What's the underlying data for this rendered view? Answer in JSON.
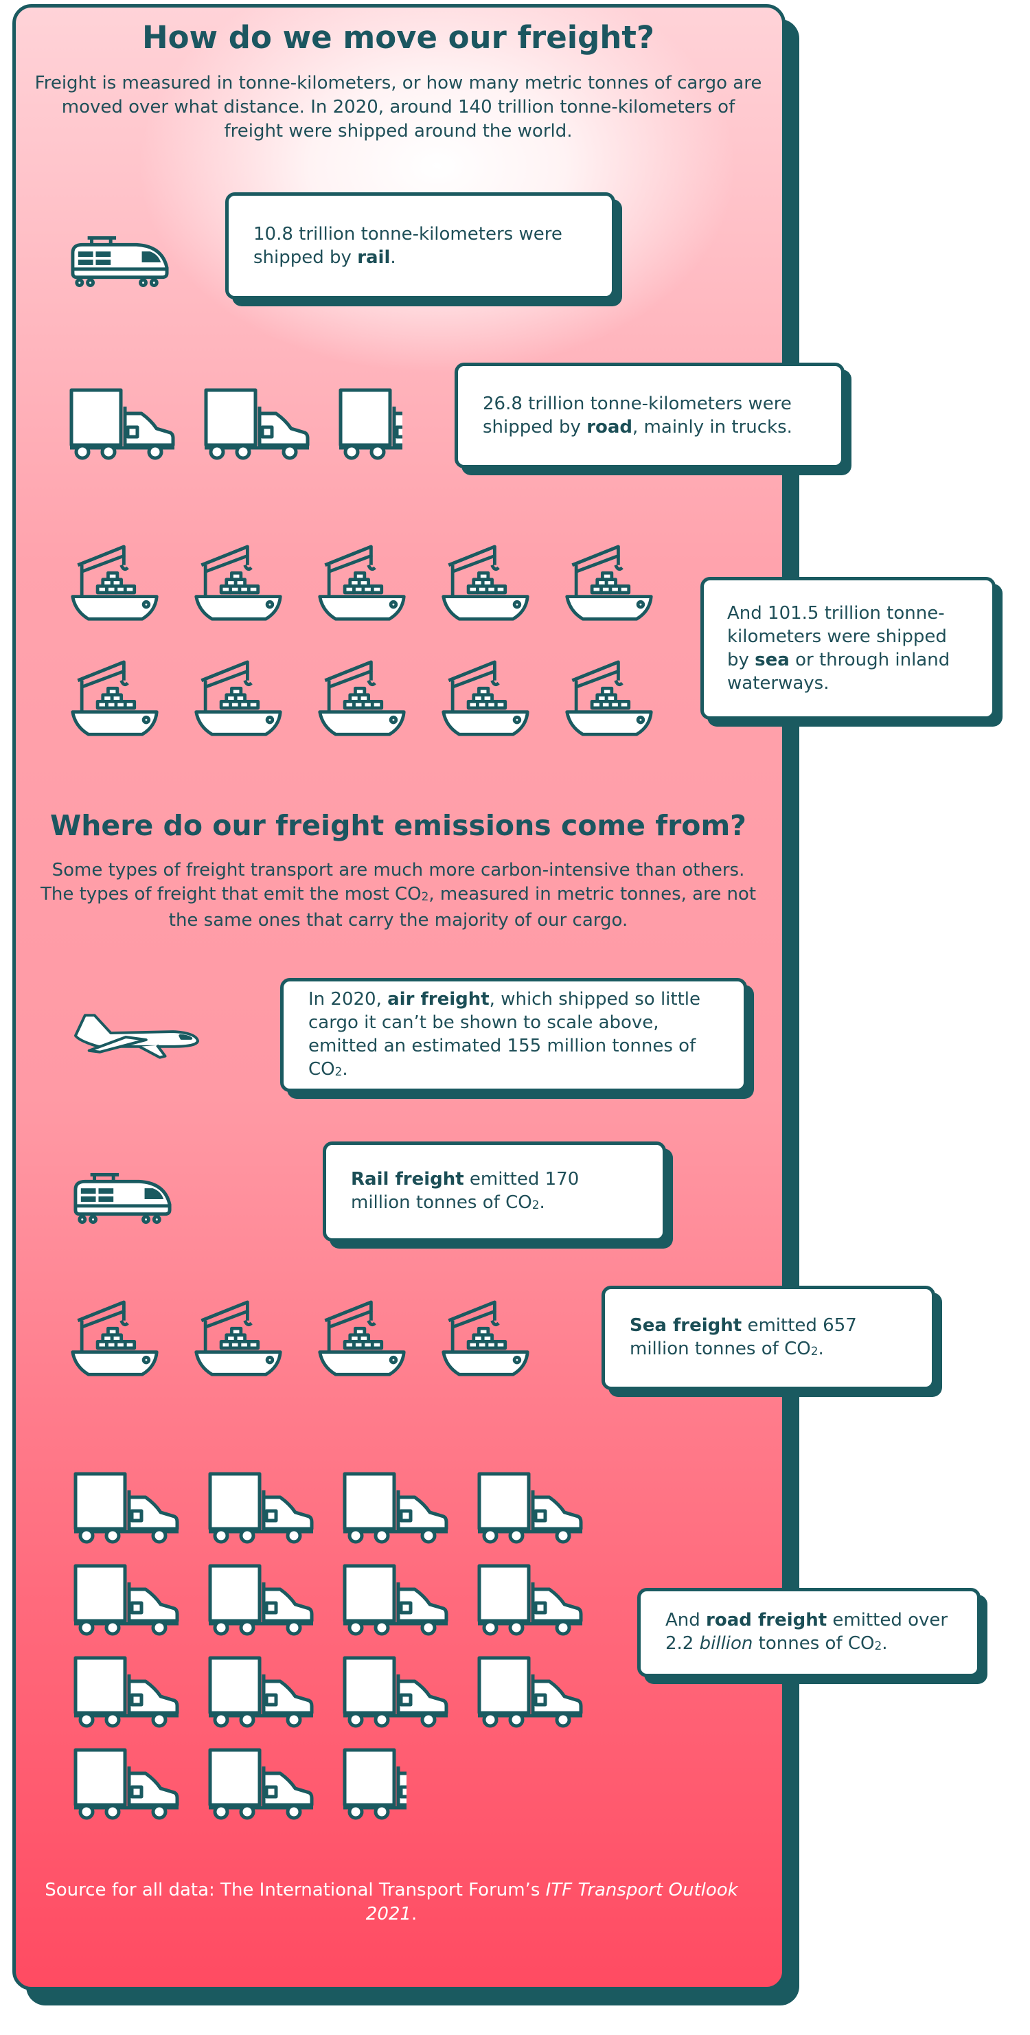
{
  "section1": {
    "title": "How do we move our freight?",
    "intro": "Freight is measured in tonne-kilometers, or how many metric tonnes of cargo are moved over what distance. In 2020, around 140 trillion tonne-kilometers of freight were shipped around the world."
  },
  "rail_card": {
    "pre": "10.8 trillion tonne-kilometers were shipped by ",
    "bold": "rail",
    "post": "."
  },
  "road_card": {
    "pre": "26.8 trillion tonne-kilometers were shipped by ",
    "bold": "road",
    "post": ", mainly in trucks."
  },
  "sea_card": {
    "pre": "And 101.5 trillion tonne-kilometers were shipped by ",
    "bold": "sea",
    "post": " or through inland waterways."
  },
  "section2": {
    "title": "Where do our freight emissions come from?",
    "intro_pre": "Some types of freight transport are much more carbon-intensive than others. The types of freight that emit the most CO",
    "intro_post": ", measured in metric tonnes, are not the same ones that carry the majority of our cargo."
  },
  "air_card": {
    "pre": "In 2020, ",
    "bold": "air freight",
    "post": ", which shipped so little cargo it can’t be shown to scale above, emitted an estimated  155 million tonnes of CO",
    "end": "."
  },
  "rail_em_card": {
    "bold": "Rail freight",
    "post": " emitted 170 million tonnes of CO",
    "end": "."
  },
  "sea_em_card": {
    "bold": "Sea freight",
    "post": " emitted 657 million tonnes of CO",
    "end": "."
  },
  "road_em_card": {
    "pre": "And ",
    "bold": "road freight",
    "mid": " emitted over 2.2 ",
    "ital": "billion",
    "post": " tonnes of CO",
    "end": "."
  },
  "sub2": "2",
  "source": {
    "pre": "Source for all data: The International Transport Forum’s ",
    "ital": "ITF Transport Outlook 2021",
    "post": "."
  },
  "icons": {
    "rail": "train-icon",
    "truck": "truck-icon",
    "ship": "cargo-ship-icon",
    "plane": "airplane-icon"
  },
  "counts": {
    "rail_tkm": 1,
    "road_tkm": 2.6,
    "sea_tkm": 10,
    "air_em": 1,
    "rail_em": 1,
    "sea_em": 4,
    "road_em": 14.6
  },
  "colors": {
    "teal": "#1a5a60",
    "pink_top": "#ffd3d8",
    "pink_bottom": "#ff4b62"
  }
}
